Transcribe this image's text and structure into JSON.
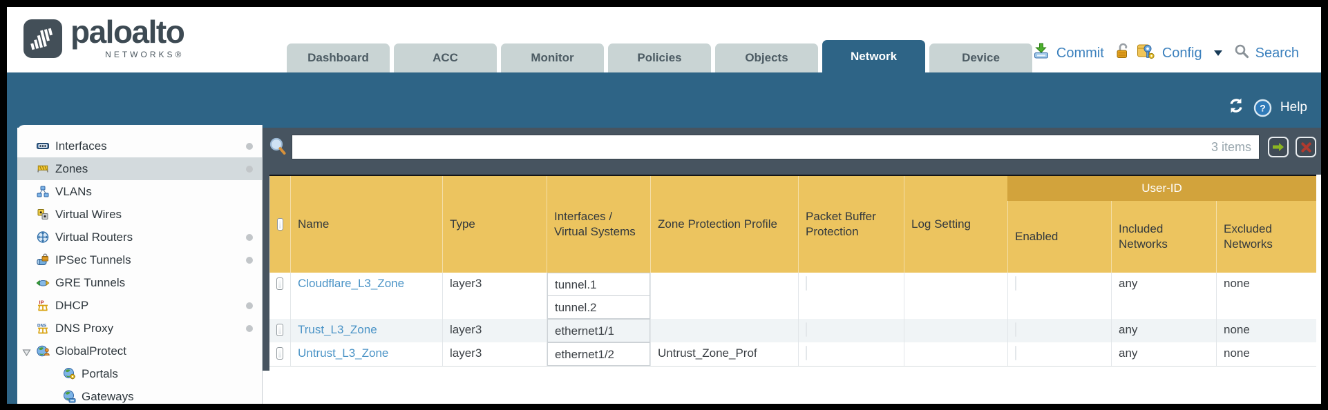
{
  "header": {
    "logo": {
      "brand": "paloalto",
      "sub": "NETWORKS®"
    },
    "tabs": [
      {
        "label": "Dashboard",
        "active": false
      },
      {
        "label": "ACC",
        "active": false
      },
      {
        "label": "Monitor",
        "active": false
      },
      {
        "label": "Policies",
        "active": false
      },
      {
        "label": "Objects",
        "active": false
      },
      {
        "label": "Network",
        "active": true
      },
      {
        "label": "Device",
        "active": false
      }
    ],
    "actions": {
      "commit": "Commit",
      "config": "Config",
      "search": "Search"
    }
  },
  "band": {
    "help": "Help"
  },
  "sidebar": {
    "items": [
      {
        "label": "Interfaces",
        "icon": "interfaces-icon",
        "dot": true
      },
      {
        "label": "Zones",
        "icon": "zones-icon",
        "dot": true,
        "selected": true
      },
      {
        "label": "VLANs",
        "icon": "vlans-icon"
      },
      {
        "label": "Virtual Wires",
        "icon": "virtual-wires-icon"
      },
      {
        "label": "Virtual Routers",
        "icon": "virtual-routers-icon",
        "dot": true
      },
      {
        "label": "IPSec Tunnels",
        "icon": "ipsec-tunnels-icon",
        "dot": true
      },
      {
        "label": "GRE Tunnels",
        "icon": "gre-tunnels-icon"
      },
      {
        "label": "DHCP",
        "icon": "dhcp-icon",
        "dot": true
      },
      {
        "label": "DNS Proxy",
        "icon": "dns-proxy-icon",
        "dot": true
      },
      {
        "label": "GlobalProtect",
        "icon": "globalprotect-icon",
        "expandable": true
      },
      {
        "label": "Portals",
        "icon": "portals-icon",
        "child": true
      },
      {
        "label": "Gateways",
        "icon": "gateways-icon",
        "child": true
      }
    ]
  },
  "toolbar": {
    "filter_value": "",
    "items_count": "3 items"
  },
  "zones_table": {
    "group_header": "User-ID",
    "columns": [
      "Name",
      "Type",
      "Interfaces / Virtual Systems",
      "Zone Protection Profile",
      "Packet Buffer Protection",
      "Log Setting",
      "Enabled",
      "Included Networks",
      "Excluded Networks"
    ],
    "rows": [
      {
        "name": "Cloudflare_L3_Zone",
        "type": "layer3",
        "interfaces": [
          "tunnel.1",
          "tunnel.2"
        ],
        "zone_protection_profile": "",
        "packet_buffer_protection": false,
        "log_setting": "",
        "user_id_enabled": false,
        "included_networks": "any",
        "excluded_networks": "none"
      },
      {
        "name": "Trust_L3_Zone",
        "type": "layer3",
        "interfaces": [
          "ethernet1/1"
        ],
        "zone_protection_profile": "",
        "packet_buffer_protection": false,
        "log_setting": "",
        "user_id_enabled": false,
        "included_networks": "any",
        "excluded_networks": "none"
      },
      {
        "name": "Untrust_L3_Zone",
        "type": "layer3",
        "interfaces": [
          "ethernet1/2"
        ],
        "zone_protection_profile": "Untrust_Zone_Prof",
        "packet_buffer_protection": false,
        "log_setting": "",
        "user_id_enabled": false,
        "included_networks": "any",
        "excluded_networks": "none"
      }
    ]
  },
  "colors": {
    "teal": "#2e6486",
    "header_yellow": "#ecc45f",
    "user_id_band": "#d2a33c",
    "toolbar_dark": "#475460",
    "link_blue": "#4a93c6",
    "action_blue": "#3b80bd",
    "inactive_tab": "#c9d4d4"
  }
}
